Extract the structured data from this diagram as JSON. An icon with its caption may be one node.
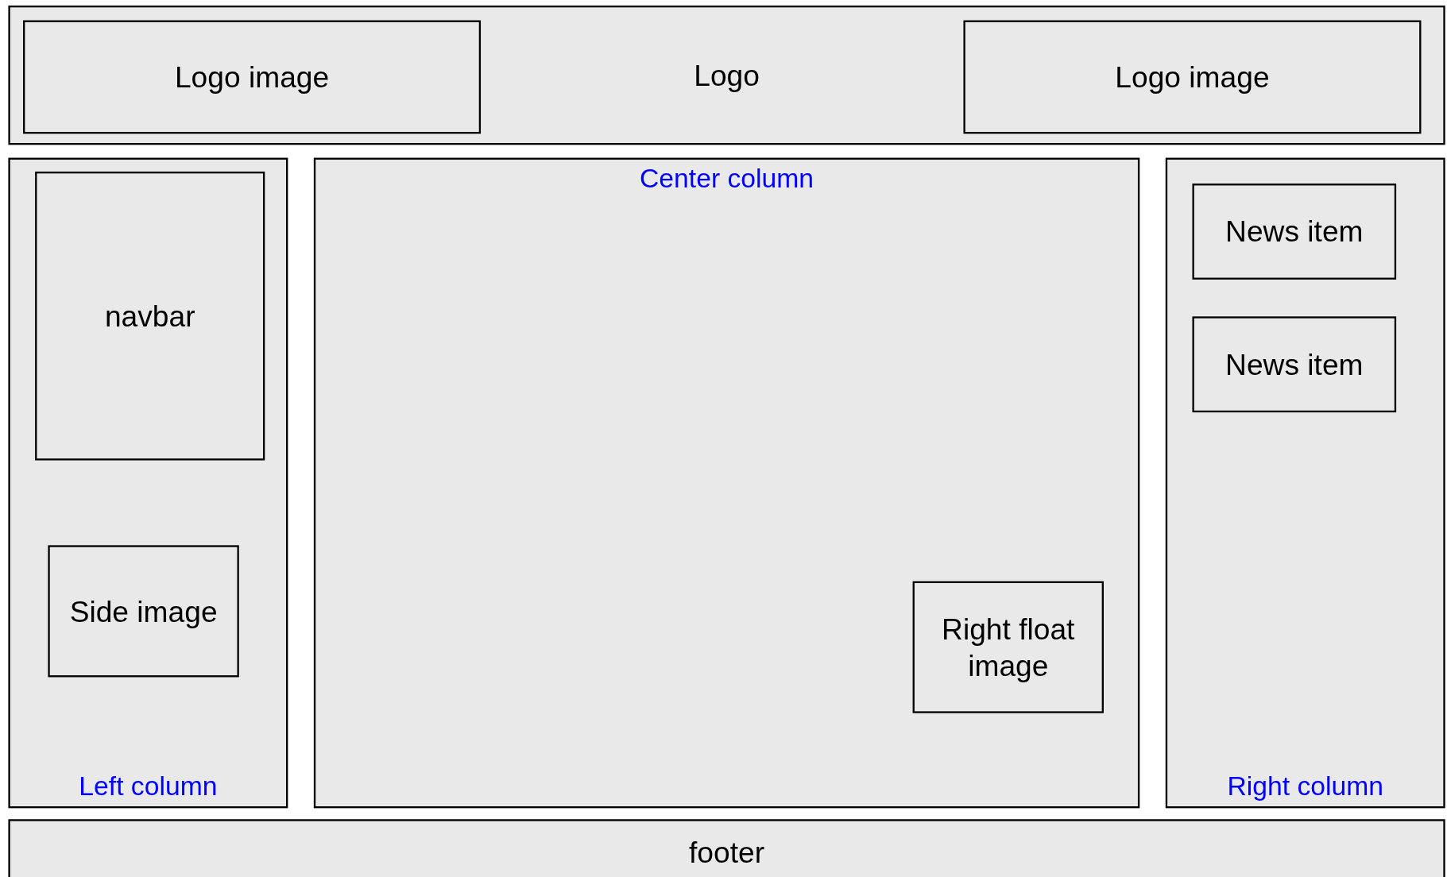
{
  "diagram": {
    "nodes": [
      {
        "text": [
          "Logo"
        ]
      },
      {
        "text": [
          "Logo image"
        ],
        "in": 0
      },
      {
        "text": [
          "Logo image"
        ],
        "in": 0
      },
      {
        "text": [
          "Left column"
        ]
      },
      {
        "text": [
          "navbar"
        ],
        "in": 3
      },
      {
        "text": [
          "Side image"
        ],
        "in": 3
      },
      {
        "text": [
          "Center column"
        ]
      },
      {
        "text": [
          "Right float image"
        ],
        "in": 6
      },
      {
        "text": [
          "Right column"
        ]
      },
      {
        "text": [
          "News item"
        ],
        "in": 8
      },
      {
        "text": [
          "News item"
        ],
        "in": 8
      },
      {
        "text": [
          "footer"
        ]
      }
    ],
    "edges": []
  }
}
